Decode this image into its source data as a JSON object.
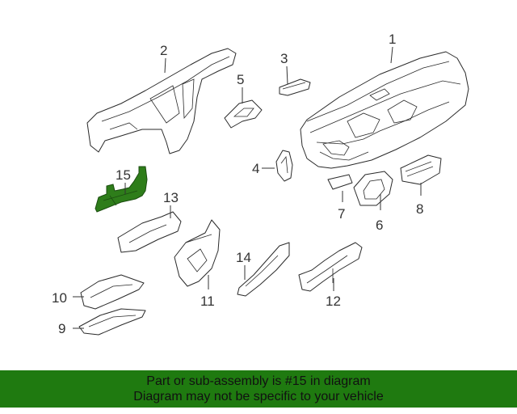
{
  "labels": [
    {
      "id": "1",
      "text": "1"
    },
    {
      "id": "2",
      "text": "2"
    },
    {
      "id": "3",
      "text": "3"
    },
    {
      "id": "4",
      "text": "4"
    },
    {
      "id": "5",
      "text": "5"
    },
    {
      "id": "6",
      "text": "6"
    },
    {
      "id": "7",
      "text": "7"
    },
    {
      "id": "8",
      "text": "8"
    },
    {
      "id": "9",
      "text": "9"
    },
    {
      "id": "10",
      "text": "10"
    },
    {
      "id": "11",
      "text": "11"
    },
    {
      "id": "12",
      "text": "12"
    },
    {
      "id": "13",
      "text": "13"
    },
    {
      "id": "14",
      "text": "14"
    },
    {
      "id": "15",
      "text": "15"
    }
  ],
  "highlight": {
    "part": "15",
    "color": "#2e7d1a"
  },
  "banner": {
    "line1": "Part or sub-assembly is #15 in diagram",
    "line2": "Diagram may not be specific to your vehicle",
    "color": "#1f7a10"
  }
}
